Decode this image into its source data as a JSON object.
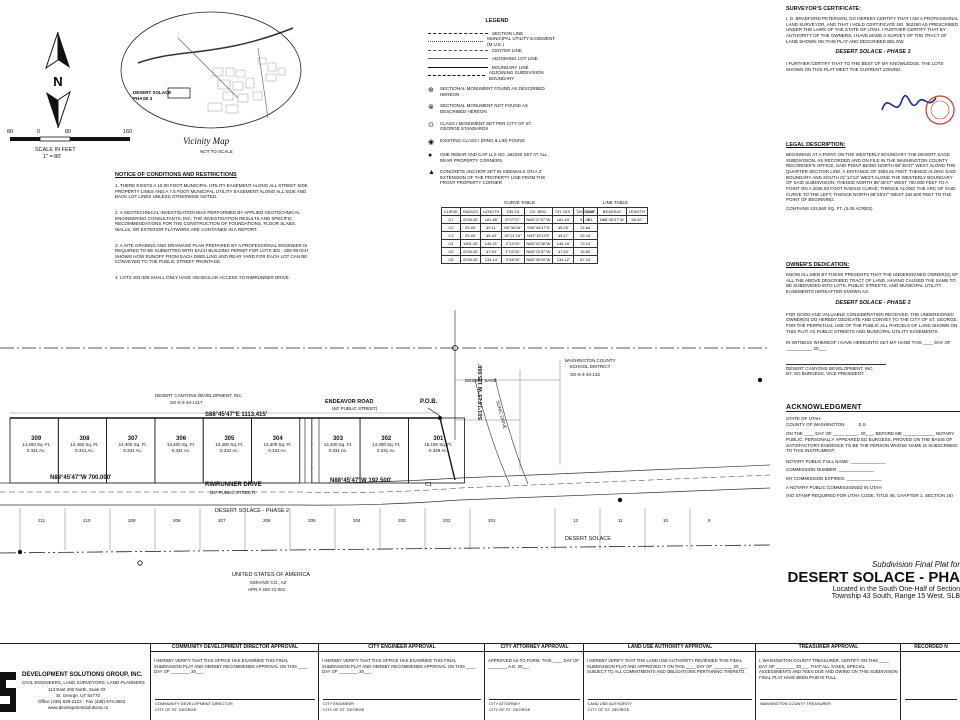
{
  "vicinity": {
    "title": "Vicinity Map",
    "subtitle": "NOT TO SCALE",
    "project_label": "DESERT SOLACE PHASE 3"
  },
  "scale": {
    "ticks": [
      "80",
      "0",
      "80",
      "160"
    ],
    "label_1": "SCALE IN FEET",
    "label_2": "1\" = 80'"
  },
  "legend": {
    "title": "LEGEND",
    "lines": [
      "SECTION LINE",
      "MUNICIPAL UTILITY EASEMENT (M.U.E.)",
      "CENTER LINE",
      "ADJOINING LOT LINE",
      "BOUNDARY LINE",
      "ADJOINING SUBDIVISION BOUNDARY"
    ],
    "symbols": [
      "SECTIONAL MONUMENT FOUND AS DESCRIBED HEREON",
      "SECTIONAL MONUMENT NOT FOUND AS DESCRIBED HEREON",
      "CLASS I MONUMENT SET PER CITY OF ST. GEORGE STANDARDS",
      "EXISTING CLASS I (RING & LID) FOUND",
      "ONE REBAR AND CAP LLS NO. 362250 SET AT ALL REAR PROPERTY CORNERS",
      "CONCRETE ANCHOR SET IN SIDEWALK ON A 2' EXTENSION OF THE PROPERTY LINE FROM THE FRONT PROPERTY CORNER"
    ]
  },
  "notice": {
    "title": "NOTICE OF CONDITIONS AND RESTRICTIONS",
    "items": [
      "1. THERE EXISTS A 10.00 FOOT MUNICIPAL UTILITY EASEMENT ALONG ALL STREET SIDE PROPERTY LINES AND A 7.5 FOOT MUNICIPAL UTILITY EASEMENT ALONG ALL SIDE AND BACK LOT LINES UNLESS OTHERWISE NOTED.",
      "2. A GEOTECHNICAL INVESTIGATION WAS PERFORMED BY APPLIED GEOTECHNICAL ENGINEERING CONSULTANTS, INC. THE INVESTIGATION RESULTS AND SPECIFIC RECOMMENDATIONS FOR THE CONSTRUCTION OF FOUNDATIONS, FLOOR SLABS, WALLS, OR EXTERIOR FLATWORK ARE CONTAINED IN A REPORT.",
      "3. A SITE GRADING AND DRAINAGE PLAN PREPARED BY A PROFESSIONAL ENGINEER IS REQUIRED TO BE SUBMITTED WITH EACH BUILDING PERMIT FOR LOTS 301 - 309 WHICH SHOWS HOW RUNOFF FROM EACH DWELLING AND REAR YARD FOR EACH LOT CAN BE CONVEYED TO THE PUBLIC STREET FRONTAGE.",
      "4. LOTS 301-309 SHALL ONLY HAVE VEHICULAR ACCESS TO RIMRUNNER DRIVE."
    ]
  },
  "curve_table": {
    "title": "CURVE TABLE",
    "headers": [
      "CURVE",
      "RADIUS",
      "LENGTH",
      "DELTA",
      "CH. BRG.",
      "CH. DIS.",
      "TANGENT"
    ],
    "rows": [
      [
        "C1",
        "2036.00'",
        "181.89'",
        "5°07'07\"",
        "N86°27'57\"W",
        "181.84'",
        "91.00'"
      ],
      [
        "C2",
        "25.00'",
        "39.11'",
        "89°38'44\"",
        "S46°44'47\"E",
        "35.25'",
        "24.84'"
      ],
      [
        "C3",
        "25.00'",
        "39.43'",
        "90°21'16\"",
        "N43°15'13\"E",
        "35.47'",
        "25.16'"
      ],
      [
        "C4",
        "1981.00'",
        "146.21'",
        "4°13'43\"",
        "N86°52'36\"W",
        "146.18'",
        "73.14'"
      ],
      [
        "C5",
        "2036.00'",
        "37.63'",
        "1°03'32\"",
        "N88°29'37\"W",
        "37.63'",
        "18.82'"
      ],
      [
        "C6",
        "2036.00'",
        "134.14'",
        "3°46'30\"",
        "N86°36'29\"W",
        "134.12'",
        "67.10'"
      ]
    ]
  },
  "line_table": {
    "title": "LINE TABLE",
    "headers": [
      "LINE",
      "BEARING",
      "LENGTH"
    ],
    "rows": [
      [
        "L1",
        "N88°45'47\"W",
        "55.00'"
      ]
    ]
  },
  "plat": {
    "lots": [
      {
        "num": "309",
        "area": "14,400 Sq. Ft.",
        "acres": "0.331 Ac."
      },
      {
        "num": "308",
        "area": "14,400 Sq. Ft.",
        "acres": "0.331 Ac."
      },
      {
        "num": "307",
        "area": "14,400 Sq. Ft.",
        "acres": "0.331 Ac."
      },
      {
        "num": "306",
        "area": "14,400 Sq. Ft.",
        "acres": "0.331 Ac."
      },
      {
        "num": "305",
        "area": "14,400 Sq. Ft.",
        "acres": "0.331 Ac."
      },
      {
        "num": "304",
        "area": "14,400 Sq. Ft.",
        "acres": "0.331 Ac."
      },
      {
        "num": "303",
        "area": "14,400 Sq. Ft.",
        "acres": "0.331 Ac."
      },
      {
        "num": "302",
        "area": "14,400 Sq. Ft.",
        "acres": "0.331 Ac."
      },
      {
        "num": "301",
        "area": "15,190 Sq. Ft.",
        "acres": "0.349 Ac."
      }
    ],
    "lower_lots": [
      "211",
      "210",
      "209",
      "208",
      "207",
      "206",
      "205",
      "204",
      "203",
      "202",
      "201",
      "12",
      "11",
      "10",
      "9"
    ],
    "bearing_top": "S88°45'47\"E 1113.415'",
    "bearing_mid": "N88°45'47\"W 700.000'",
    "bearing_right": "N88°45'47\"W 192.500'",
    "bearing_side": "S01°14'13\"W 125.666'",
    "endeavor": "ENDEAVOR ROAD",
    "endeavor_sub": "(60' PUBLIC STREET)",
    "rimrunner": "RIMRUNNER DRIVE",
    "rimrunner_sub": "(60' PUBLIC STREET)",
    "pob": "P.O.B.",
    "dsc_dev": "DESERT CANYONS DEVELOPMENT, INC.",
    "dsc_dev_id": "SG-5-3-34-1317",
    "school": "WASHINGTON COUNTY SCHOOL DISTRICT",
    "school_id": "SG-5-3-34-132",
    "phase2": "DESERT SOLACE - PHASE 2",
    "desert_sage": "DESERT SAGE",
    "sonic": "SONIC DRIVE",
    "desert_solace": "DESERT SOLACE",
    "usa": "UNITED STATES OF AMERICA",
    "usa_county": "MOHAVE CO., AZ",
    "usa_apn": "APN # 402-71-001",
    "c1": "C1"
  },
  "surveyor": {
    "title": "SURVEYOR'S CERTIFICATE:",
    "body": "I, D. BRADFORD PETERSON, DO HEREBY CERTIFY THAT I AM A PROFESSIONAL LAND SURVEYOR, AND THAT I HOLD CERTIFICATE NO. 362250 AS PRESCRIBED UNDER THE LAWS OF THE STATE OF UTAH. I FURTHER CERTIFY THAT BY AUTHORITY OF THE OWNERS, I HAVE MADE A SURVEY OF THE TRACT OF LAND SHOWN ON THIS PLAT AND DESCRIBED BELOW.",
    "project": "DESERT SOLACE - PHASE 3",
    "body2": "I FURTHER CERTIFY THAT TO THE BEST OF MY KNOWLEDGE, THE LOTS SHOWN ON THIS PLAT MEET THE CURRENT ZONING."
  },
  "legal": {
    "title": "LEGAL DESCRIPTION:",
    "body": "BEGINNING AT A POINT ON THE WESTERLY BOUNDARY THE DESERT SAGE SUBDIVISION, AS RECORDED AND ON FILE IN THE WASHINGTON COUNTY RECORDER'S OFFICE, SAID POINT BEING NORTH 88°45'47\" WEST ALONG THE QUARTER SECTION LINE, A DISTANCE OF 2584.81 FEET; THENCE ALONG SAID BOUNDARY AND SOUTH 01°14'13\" WEST ALONG THE WESTERLY BOUNDARY OF SAID SUBDIVISION; THENCE NORTH 88°45'47\" WEST 700.000 FEET TO A POINT ON A 2036.00 FOOT RADIUS CURVE; THENCE ALONG THE ARC OF SAID CURVE TO THE LEFT; THENCE NORTH 88°45'47\" WEST 192.500 FEET TO THE POINT OF BEGINNING.",
    "area": "CONTAINS 133,560 SQ. FT. (3.06 ACRES)"
  },
  "dedication": {
    "title": "OWNER'S DEDICATION:",
    "body": "KNOW ALL MEN BY THESE PRESENTS THAT THE UNDERSIGNED OWNER(S) OF ALL THE ABOVE DESCRIBED TRACT OF LAND, HAVING CAUSED THE SAME TO BE SUBDIVIDED INTO LOTS, PUBLIC STREETS, AND MUNICIPAL UTILITY EASEMENTS HEREAFTER KNOWN AS:",
    "project": "DESERT SOLACE - PHASE 3",
    "body2": "FOR GOOD AND VALUABLE CONSIDERATION RECEIVED, THE UNDERSIGNED OWNER(S) DO HEREBY DEDICATE AND CONVEY TO THE CITY OF ST. GEORGE, FOR THE PERPETUAL USE OF THE PUBLIC ALL PARCELS OF LAND SHOWN ON THIS PLAT AS PUBLIC STREETS AND MUNICIPAL UTILITY EASEMENTS.",
    "witness": "IN WITNESS WHEREOF I HAVE HEREUNTO SET MY HAND THIS ____ DAY OF __________, 20___.",
    "company": "DESERT CANYONS DEVELOPMENT, INC.",
    "by": "BY: ED BURGESS, VICE PRESIDENT"
  },
  "ack": {
    "title": "ACKNOWLEDGMENT",
    "state": "STATE OF UTAH",
    "county": "COUNTY OF WASHINGTON",
    "ss": "S.S.",
    "body": "ON THE ____ DAY OF __________, 20___, BEFORE ME ____________, NOTARY PUBLIC, PERSONALLY APPEARED ED BURGESS, PROVED ON THE BASIS OF SATISFACTORY EVIDENCE TO BE THE PERSON WHOSE NAME IS SUBSCRIBED TO THIS INSTRUMENT.",
    "fields": [
      "NOTARY PUBLIC FULL NAME: ______________",
      "COMMISSION NUMBER: ______________",
      "MY COMMISSION EXPIRES: ______________",
      "A NOTARY PUBLIC COMMISSIONED IN UTAH",
      "(NO STAMP REQUIRED FOR UTAH CODE, TITLE 46, CHAPTER 1, SECTION 16)"
    ]
  },
  "title_block": {
    "line1": "Subdivision Final Plat for",
    "line2": "DESERT SOLACE - PHA",
    "line3": "Located in the South One-Half of Section",
    "line4": "Township 43 South, Range 15 West, SLB"
  },
  "company": {
    "name": "DEVELOPMENT SOLUTIONS GROUP, INC.",
    "tag": "CIVIL ENGINEERS, LAND SURVEYORS, LAND PLANNERS",
    "addr1": "113 East 200 North, Suite #2",
    "addr2": "St. George, UT 84770",
    "phone": "Office (435) 628-2122 - Fax (435) 674-3553",
    "web": "www.developmentsolutions.co"
  },
  "approvals": [
    {
      "title": "COMMUNITY DEVELOPMENT DIRECTOR APPROVAL",
      "body": "I HEREBY VERIFY THAT THIS OFFICE HAS EXAMINED THIS FINAL SUBDIVISION PLAT AND HEREBY RECOMMENDS APPROVAL ON THIS ____ DAY OF ________ 20___.",
      "sig": "COMMUNITY DEVELOPMENT DIRECTOR",
      "org": "CITY OF ST. GEORGE"
    },
    {
      "title": "CITY ENGINEER APPROVAL",
      "body": "I HEREBY VERIFY THAT THIS OFFICE HAS EXAMINED THIS FINAL SUBDIVISION PLAT AND HEREBY RECOMMENDS APPROVAL ON THIS ____ DAY OF ________ 20___.",
      "sig": "CITY ENGINEER",
      "org": "CITY OF ST. GEORGE"
    },
    {
      "title": "CITY ATTORNEY APPROVAL",
      "body": "APPROVED AS TO FORM, THIS ____ DAY OF ________ A.D. 20___.",
      "sig": "CITY ATTORNEY",
      "org": "CITY OF ST. GEORGE"
    },
    {
      "title": "LAND USE AUTHORITY APPROVAL",
      "body": "I HEREBY VERIFY THAT THE LAND USE AUTHORITY REVIEWED THIS FINAL SUBDIVISION PLAT AND APPROVED IT ON THIS ____ DAY OF ________ 20___, SUBJECT TO ALL COMMITMENTS AND OBLIGATIONS PERTAINING THERETO.",
      "sig": "LAND USE AUTHORITY",
      "org": "CITY OF ST. GEORGE"
    },
    {
      "title": "TREASURER APPROVAL",
      "body": "I, WASHINGTON COUNTY TREASURER, CERTIFY ON THIS ____ DAY OF ________ 20___, THAT ALL TAXES, SPECIAL ASSESSMENTS AND FEES DUE AND OWING ON THIS SUBDIVISION FINAL PLAT HAVE BEEN PAID IN FULL.",
      "sig": "WASHINGTON COUNTY TREASURER",
      "org": ""
    },
    {
      "title": "RECORDED N",
      "body": "",
      "sig": "",
      "org": ""
    }
  ]
}
